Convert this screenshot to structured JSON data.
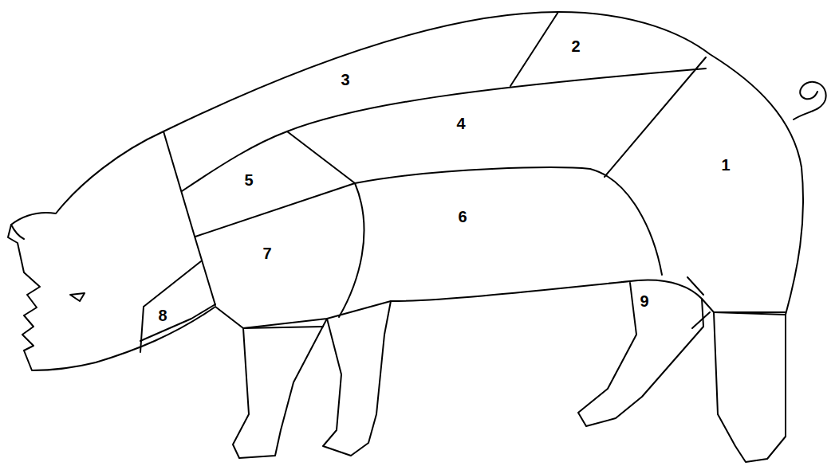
{
  "diagram": {
    "labels": [
      "2",
      "3",
      "4",
      "1",
      "5",
      "6",
      "7",
      "9",
      "8"
    ]
  }
}
